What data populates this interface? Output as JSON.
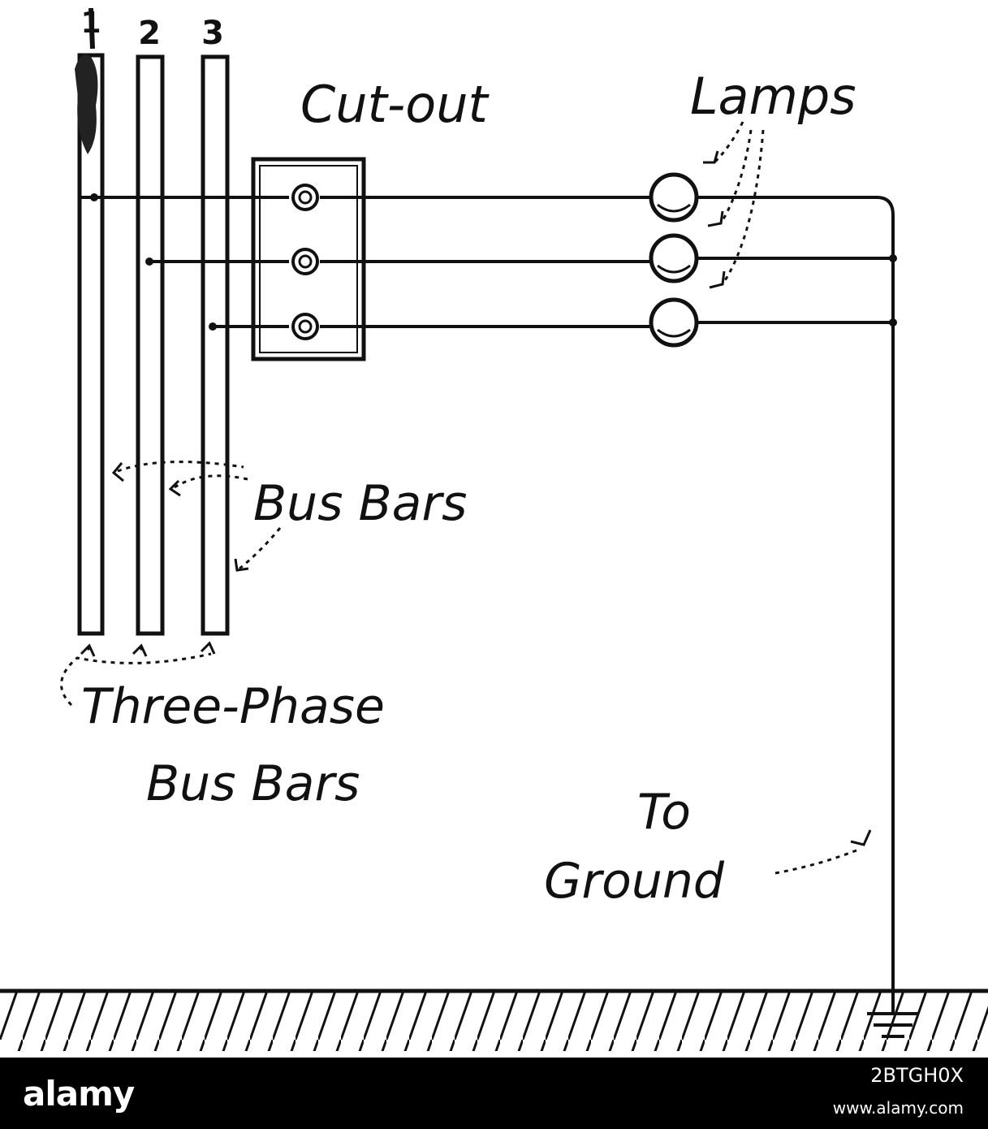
{
  "diagram": {
    "bus_numbers": [
      "1",
      "2",
      "3"
    ],
    "labels": {
      "cutout": "Cut-out",
      "lamps": "Lamps",
      "bus_bars": "Bus Bars",
      "three_phase_line1": "Three-Phase",
      "three_phase_line2": "Bus Bars",
      "to_ground_line1": "To",
      "to_ground_line2": "Ground"
    }
  },
  "watermark": {
    "logo": "alamy",
    "image_id": "2BTGH0X",
    "url": "www.alamy.com"
  }
}
